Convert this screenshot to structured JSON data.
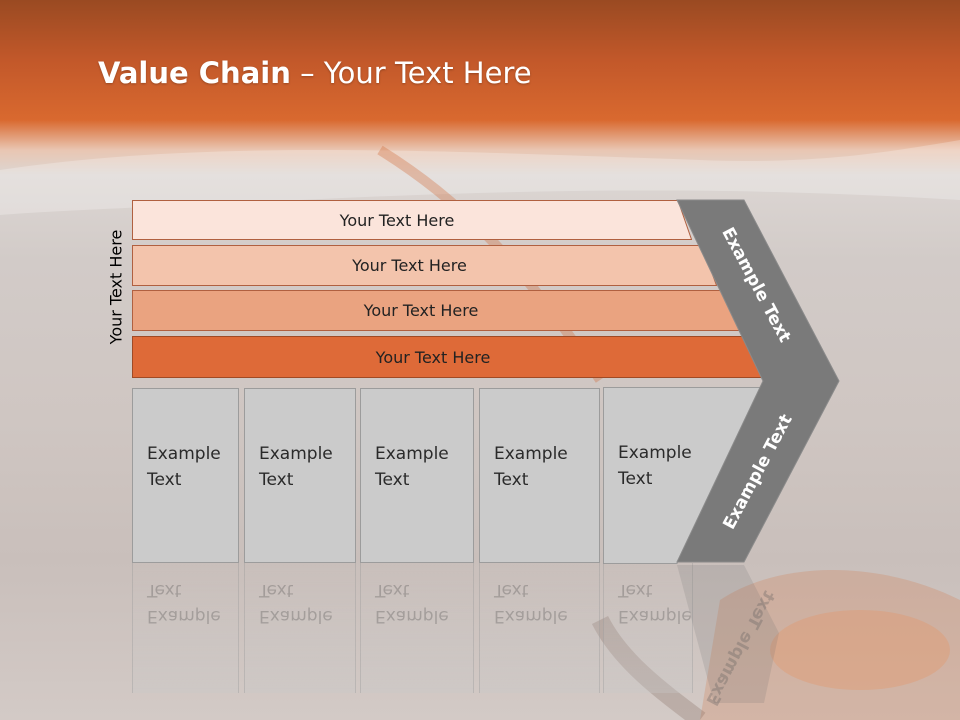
{
  "title": {
    "bold": "Value Chain",
    "rest": " – Your Text Here"
  },
  "side_label": "Your Text Here",
  "bars": [
    {
      "label": "Your Text Here",
      "fill": "#fbe4db"
    },
    {
      "label": "Your Text Here",
      "fill": "#f3c4ac"
    },
    {
      "label": "Your Text Here",
      "fill": "#eaa380"
    },
    {
      "label": "Your Text Here",
      "fill": "#de6a38"
    }
  ],
  "boxes": [
    {
      "line1": "Example",
      "line2": "Text"
    },
    {
      "line1": "Example",
      "line2": "Text"
    },
    {
      "line1": "Example",
      "line2": "Text"
    },
    {
      "line1": "Example",
      "line2": "Text"
    },
    {
      "line1": "Example",
      "line2": "Text"
    }
  ],
  "chevron": {
    "upper_label": "Example Text",
    "lower_label": "Example Text",
    "fill": "#7a7a7a"
  }
}
